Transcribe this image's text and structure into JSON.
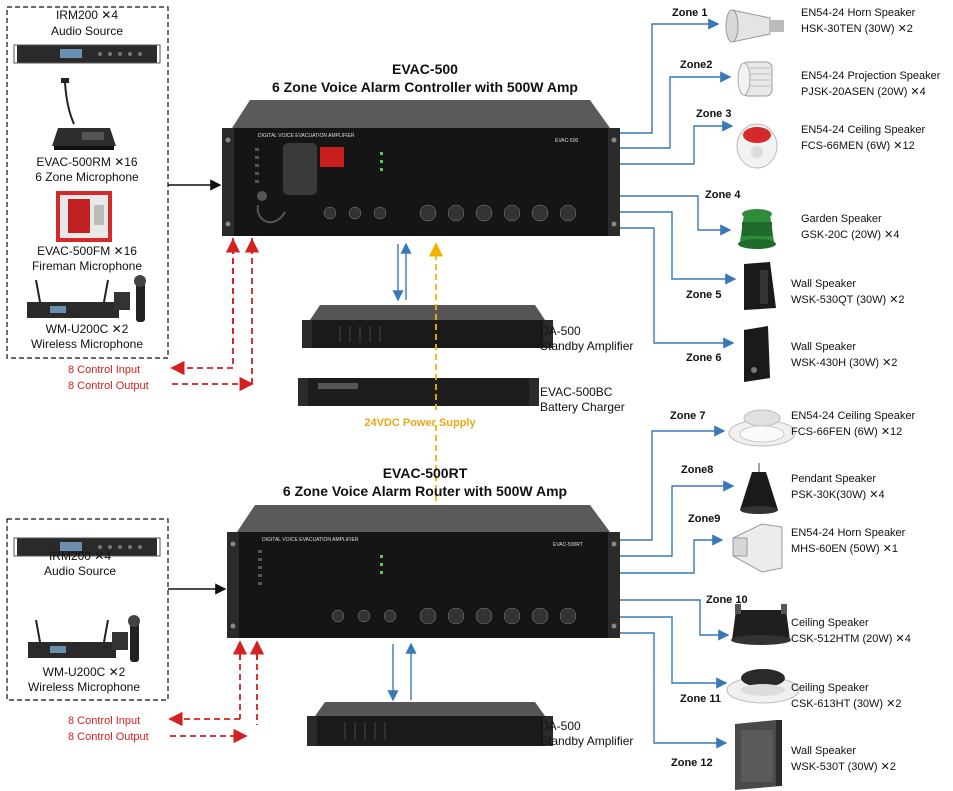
{
  "controller": {
    "model": "EVAC-500",
    "subtitle": "6 Zone Voice Alarm Controller with 500W Amp",
    "panel_label": "DIGITAL VOICE EVACUATION AMPLIFIER",
    "panel_model": "EVAC-500"
  },
  "router": {
    "model": "EVAC-500RT",
    "subtitle": "6 Zone Voice Alarm Router with 500W Amp",
    "panel_label": "DIGITAL VOICE EVACUATION AMPLIFIER",
    "panel_model": "EVAC-500RT"
  },
  "sources_top": [
    {
      "line1": "IRM200 ✕4",
      "line2": "Audio Source"
    },
    {
      "line1": "EVAC-500RM ✕16",
      "line2": "6 Zone Microphone"
    },
    {
      "line1": "EVAC-500FM ✕16",
      "line2": "Fireman Microphone"
    },
    {
      "line1": "WM-U200C ✕2",
      "line2": "Wireless  Microphone"
    }
  ],
  "sources_bottom": [
    {
      "line1": "IRM200 ✕4",
      "line2": "Audio Source"
    },
    {
      "line1": "WM-U200C ✕2",
      "line2": "Wireless  Microphone"
    }
  ],
  "control": {
    "top_input": "8 Control Input",
    "top_output": "8 Control Output",
    "bottom_input": "8 Control Input",
    "bottom_output": "8 Control Output"
  },
  "support": {
    "standby_top_model": "DA-500",
    "standby_top_desc": "Standby Amplifier",
    "charger_model": "EVAC-500BC",
    "charger_desc": "Battery Charger",
    "power_label": "24VDC Power Supply",
    "standby_bottom_model": "DA-500",
    "standby_bottom_desc": "Standby Amplifier"
  },
  "zones": [
    {
      "zone": "Zone 1",
      "line1": "EN54-24 Horn Speaker",
      "line2": "HSK-30TEN (30W) ✕2",
      "icon": "horn-speaker-icon"
    },
    {
      "zone": "Zone2",
      "line1": "EN54-24 Projection Speaker",
      "line2": "PJSK-20ASEN (20W) ✕4",
      "icon": "projection-speaker-icon"
    },
    {
      "zone": "Zone 3",
      "line1": "EN54-24 Ceiling Speaker",
      "line2": "FCS-66MEN (6W) ✕12",
      "icon": "ceiling-speaker-icon"
    },
    {
      "zone": "Zone 4",
      "line1": "Garden Speaker",
      "line2": "GSK-20C (20W) ✕4",
      "icon": "garden-speaker-icon"
    },
    {
      "zone": "Zone 5",
      "line1": "Wall Speaker",
      "line2": "WSK-530QT (30W) ✕2",
      "icon": "wall-speaker-icon"
    },
    {
      "zone": "Zone 6",
      "line1": "Wall Speaker",
      "line2": "WSK-430H (30W) ✕2",
      "icon": "wall-speaker-icon"
    },
    {
      "zone": "Zone 7",
      "line1": "EN54-24 Ceiling Speaker",
      "line2": "FCS-66FEN (6W) ✕12",
      "icon": "ceiling-speaker-icon"
    },
    {
      "zone": "Zone8",
      "line1": "Pendant Speaker",
      "line2": "PSK-30K(30W) ✕4",
      "icon": "pendant-speaker-icon"
    },
    {
      "zone": "Zone9",
      "line1": "EN54-24 Horn Speaker",
      "line2": "MHS-60EN (50W) ✕1",
      "icon": "horn-speaker-icon"
    },
    {
      "zone": "Zone 10",
      "line1": "Ceiling  Speaker",
      "line2": "CSK-512HTM (20W) ✕4",
      "icon": "ceiling-speaker-icon"
    },
    {
      "zone": "Zone 11",
      "line1": "Ceiling  Speaker",
      "line2": "CSK-613HT (30W) ✕2",
      "icon": "ceiling-speaker-icon"
    },
    {
      "zone": "Zone 12",
      "line1": "Wall Speaker",
      "line2": "WSK-530T (30W) ✕2",
      "icon": "wall-speaker-icon"
    }
  ]
}
